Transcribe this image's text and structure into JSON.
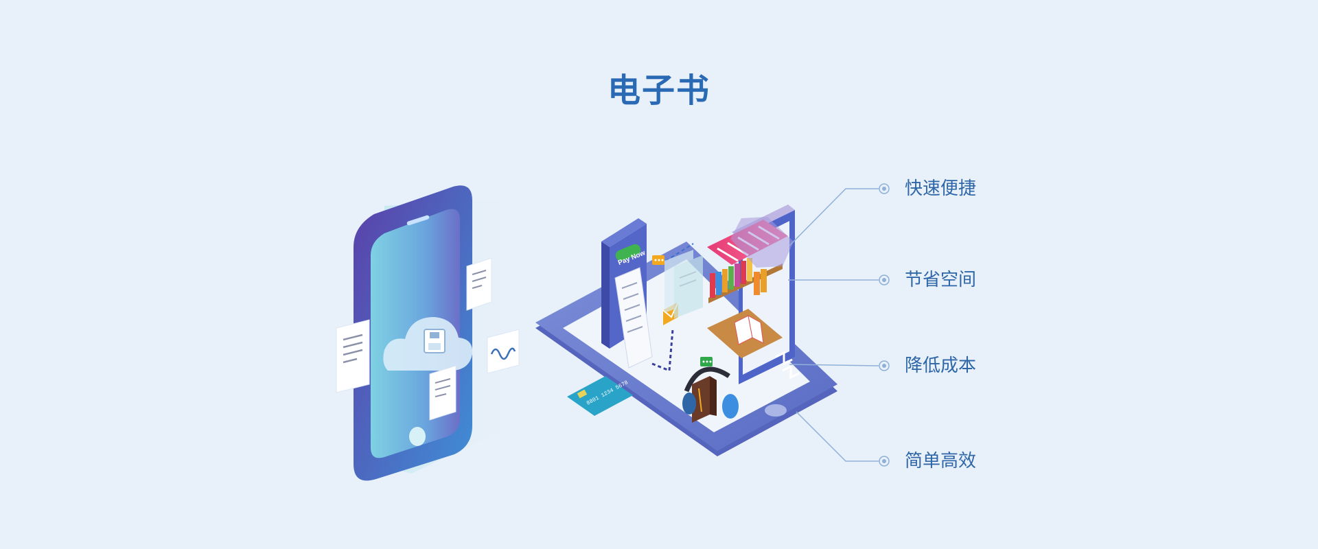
{
  "page": {
    "title": "电子书"
  },
  "features": [
    {
      "label": "快速便捷"
    },
    {
      "label": "节省空间"
    },
    {
      "label": "降低成本"
    },
    {
      "label": "简单高效"
    }
  ],
  "illustration": {
    "pay_button_label": "Pay Now",
    "card_number": "8801 1234 5678"
  },
  "colors": {
    "background": "#e8f0f9",
    "title": "#2a6ab5",
    "feature_text": "#2f66a8",
    "connector_line": "#8fb0d8"
  }
}
